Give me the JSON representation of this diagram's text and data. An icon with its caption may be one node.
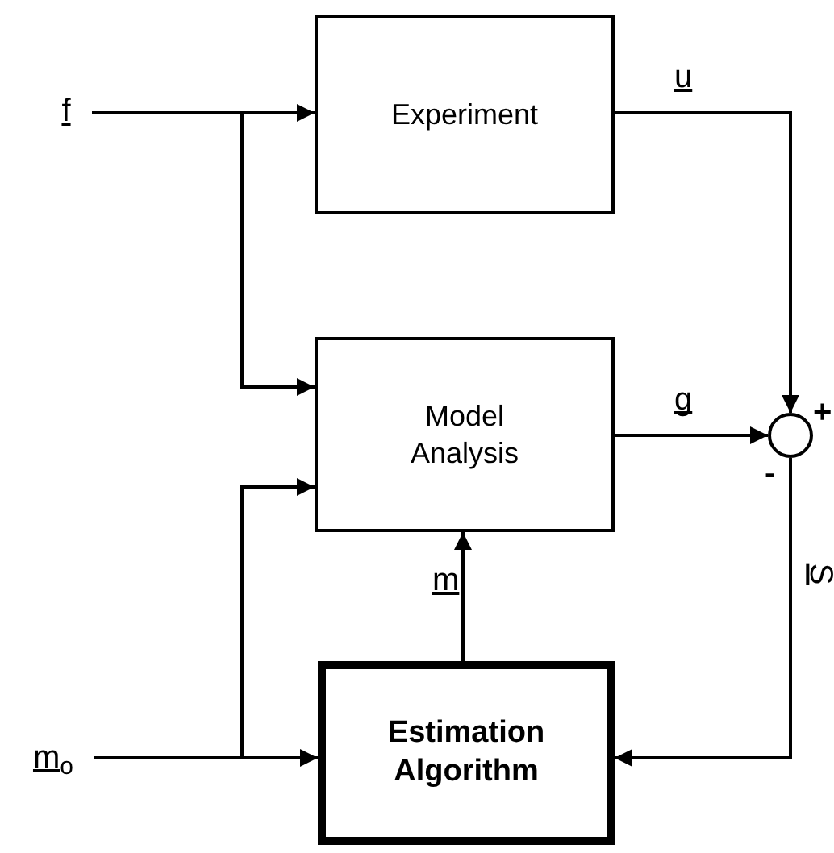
{
  "diagram": {
    "nodes": [
      {
        "text": [
          "f"
        ]
      },
      {
        "text": [
          "Experiment"
        ]
      },
      {
        "text": [
          "Model Analysis"
        ]
      },
      {
        "text": [],
        "shape": "circle",
        "beside": [
          "+",
          "-"
        ]
      },
      {
        "text": [
          "m$_{o}$"
        ]
      },
      {
        "text": [
          "Estimation Algorithm"
        ]
      }
    ],
    "edges": [
      {
        "from": 0,
        "to": 1,
        "arrow": "to"
      },
      {
        "from": 0,
        "to": 2,
        "arrow": "to"
      },
      {
        "from": 1,
        "to": 3,
        "arrow": "to",
        "label": "u"
      },
      {
        "from": 2,
        "to": 3,
        "arrow": "to",
        "label": "g"
      },
      {
        "from": 3,
        "to": 5,
        "arrow": "to",
        "label": "S"
      },
      {
        "from": 5,
        "to": 2,
        "arrow": "to",
        "label": "m"
      },
      {
        "from": 4,
        "to": 5,
        "arrow": "to"
      },
      {
        "from": 4,
        "to": 2,
        "arrow": "to"
      }
    ]
  }
}
